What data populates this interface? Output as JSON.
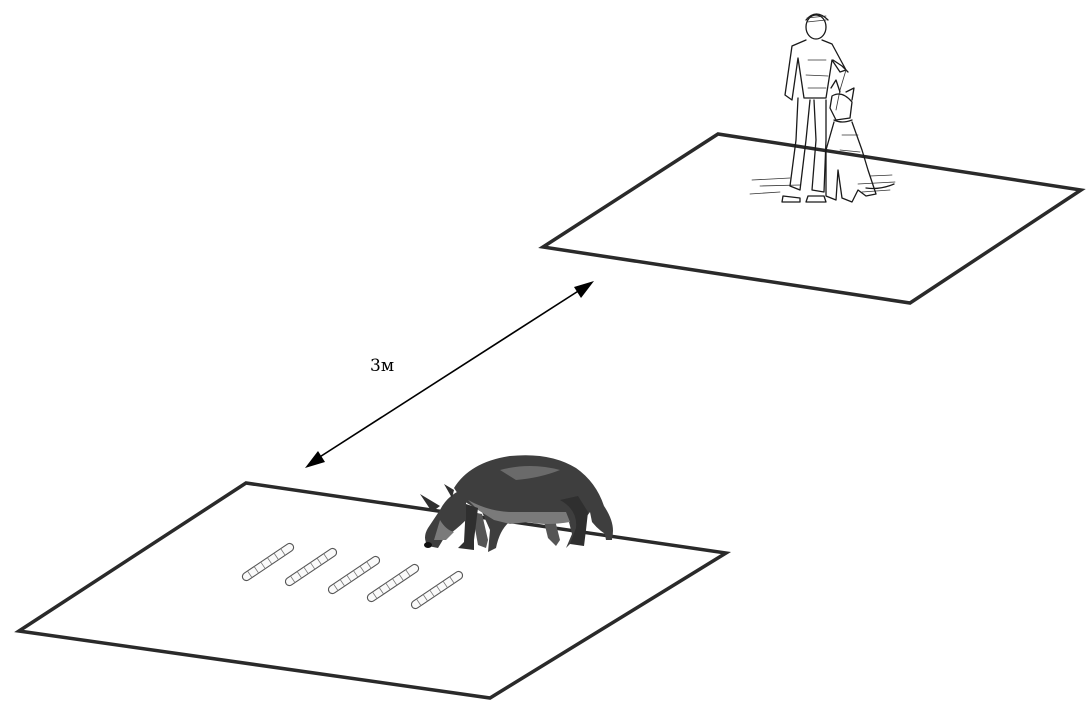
{
  "diagram": {
    "distance_label": "3м",
    "scene": {
      "far_platform": {
        "figures": [
          "handler",
          "sitting-dog"
        ]
      },
      "near_platform": {
        "figures": [
          "sniffing-dog",
          "scent-tubes"
        ],
        "tube_count": 5
      }
    },
    "colors": {
      "platform_edge": "#2a2a2a",
      "dog_dark": "#3e3e3e",
      "dog_tan": "#7a7a7a",
      "arrow": "#000000"
    }
  }
}
